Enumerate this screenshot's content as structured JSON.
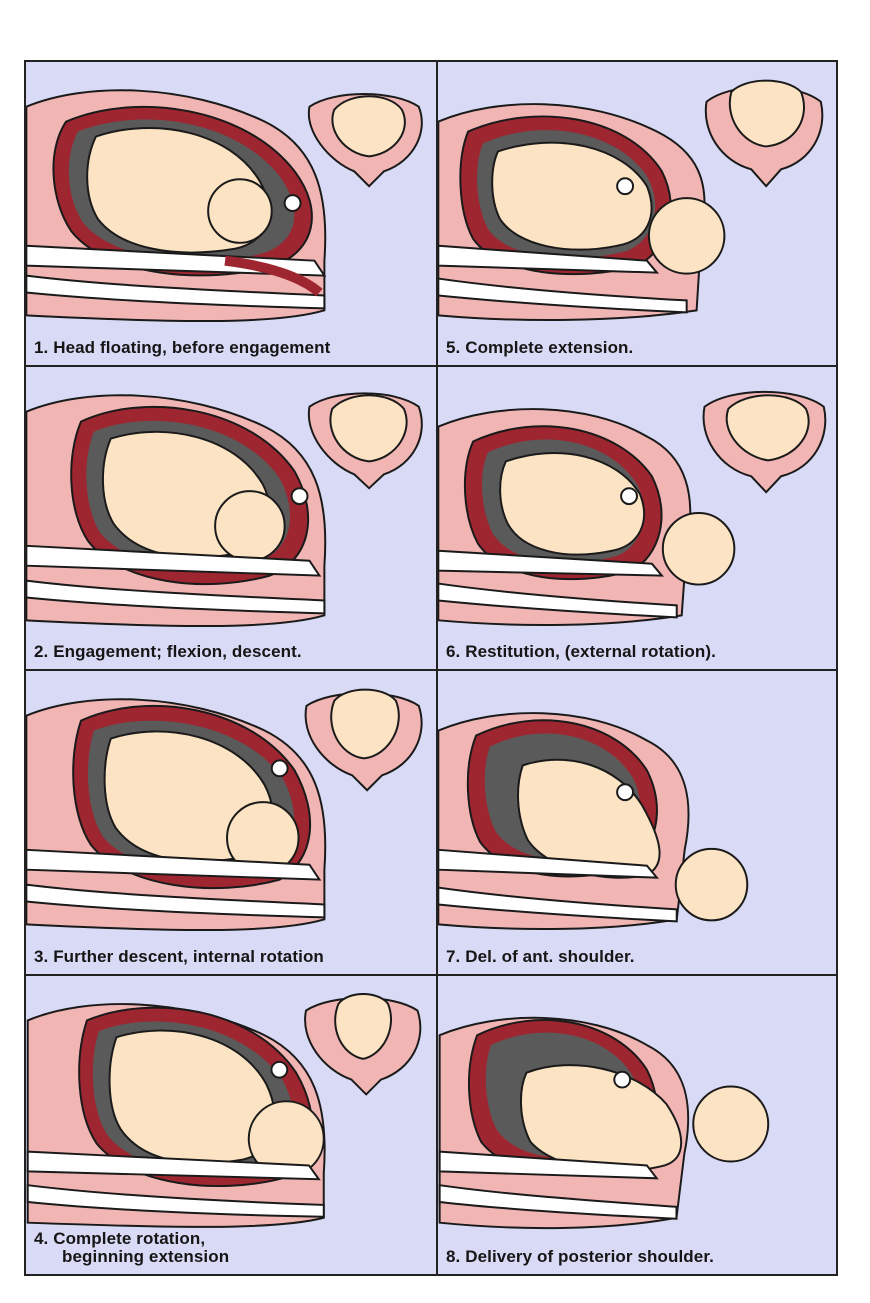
{
  "panels": [
    {
      "step": "1",
      "caption": "1.  Head floating, before engagement"
    },
    {
      "step": "2",
      "caption": "2.  Engagement; flexion, descent."
    },
    {
      "step": "3",
      "caption": "3.  Further descent, internal rotation"
    },
    {
      "step": "4",
      "caption": "4. Complete rotation,",
      "caption_line2": "beginning extension"
    },
    {
      "step": "5",
      "caption": "5.  Complete extension."
    },
    {
      "step": "6",
      "caption": "6.  Restitution, (external rotation)."
    },
    {
      "step": "7",
      "caption": "7. Del. of ant. shoulder."
    },
    {
      "step": "8",
      "caption": "8.  Delivery of posterior shoulder."
    }
  ],
  "colors": {
    "background": "#d9daf6",
    "maternal_tissue": "#f1b6b4",
    "uterine_wall": "#9e2630",
    "fetus_skin": "#fbe3c3",
    "amniotic_shade": "#5a5a5a",
    "outline": "#1a1a1a"
  }
}
